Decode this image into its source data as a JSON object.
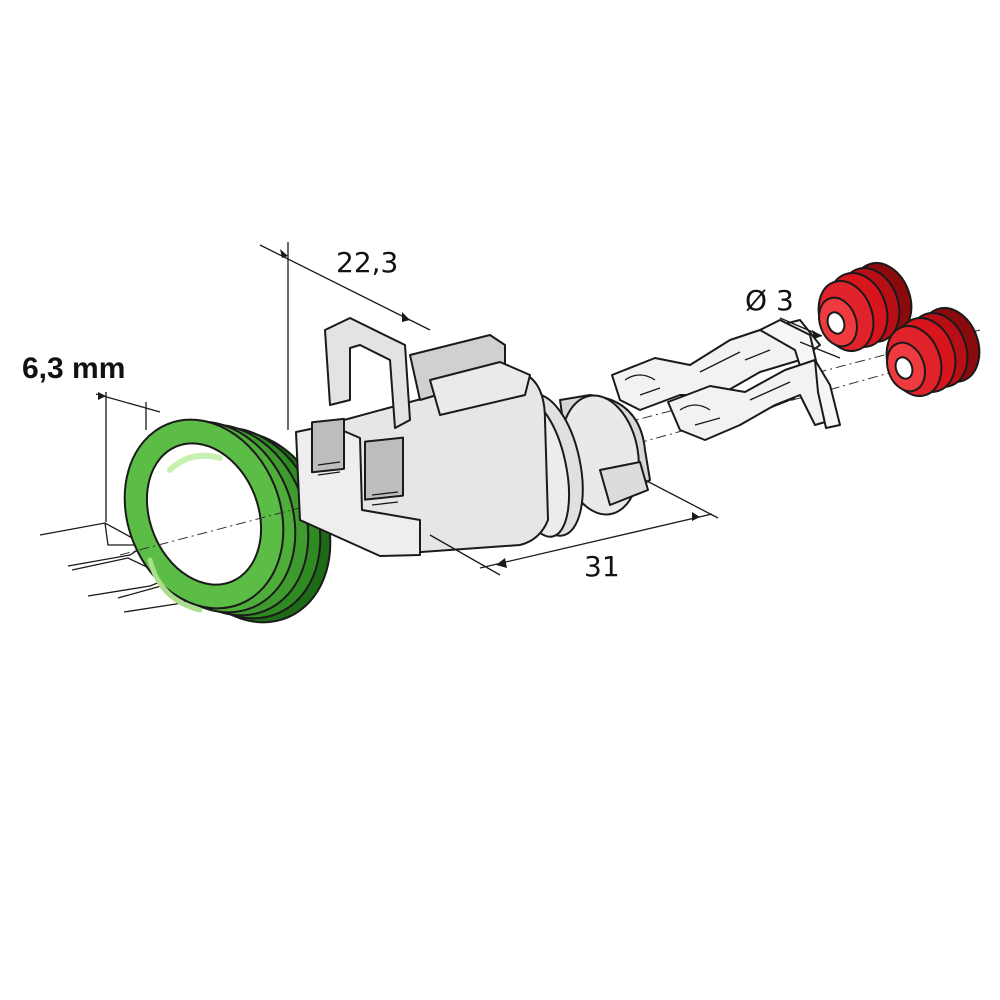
{
  "labels": {
    "terminal_width": "6,3 mm",
    "housing_height": "22,3",
    "housing_length": "31",
    "seal_diameter": "Ø 3"
  },
  "colors": {
    "gasket": "#3f9b2e",
    "gasket_light": "#7fc95a",
    "gasket_dark": "#1f6a16",
    "wire_seal": "#d8141c",
    "wire_seal_light": "#ff5a5a",
    "wire_seal_dark": "#8a0a0e",
    "housing": "#e6e6e6",
    "housing_shade": "#c9c9c9",
    "terminal": "#f2f2f2"
  }
}
